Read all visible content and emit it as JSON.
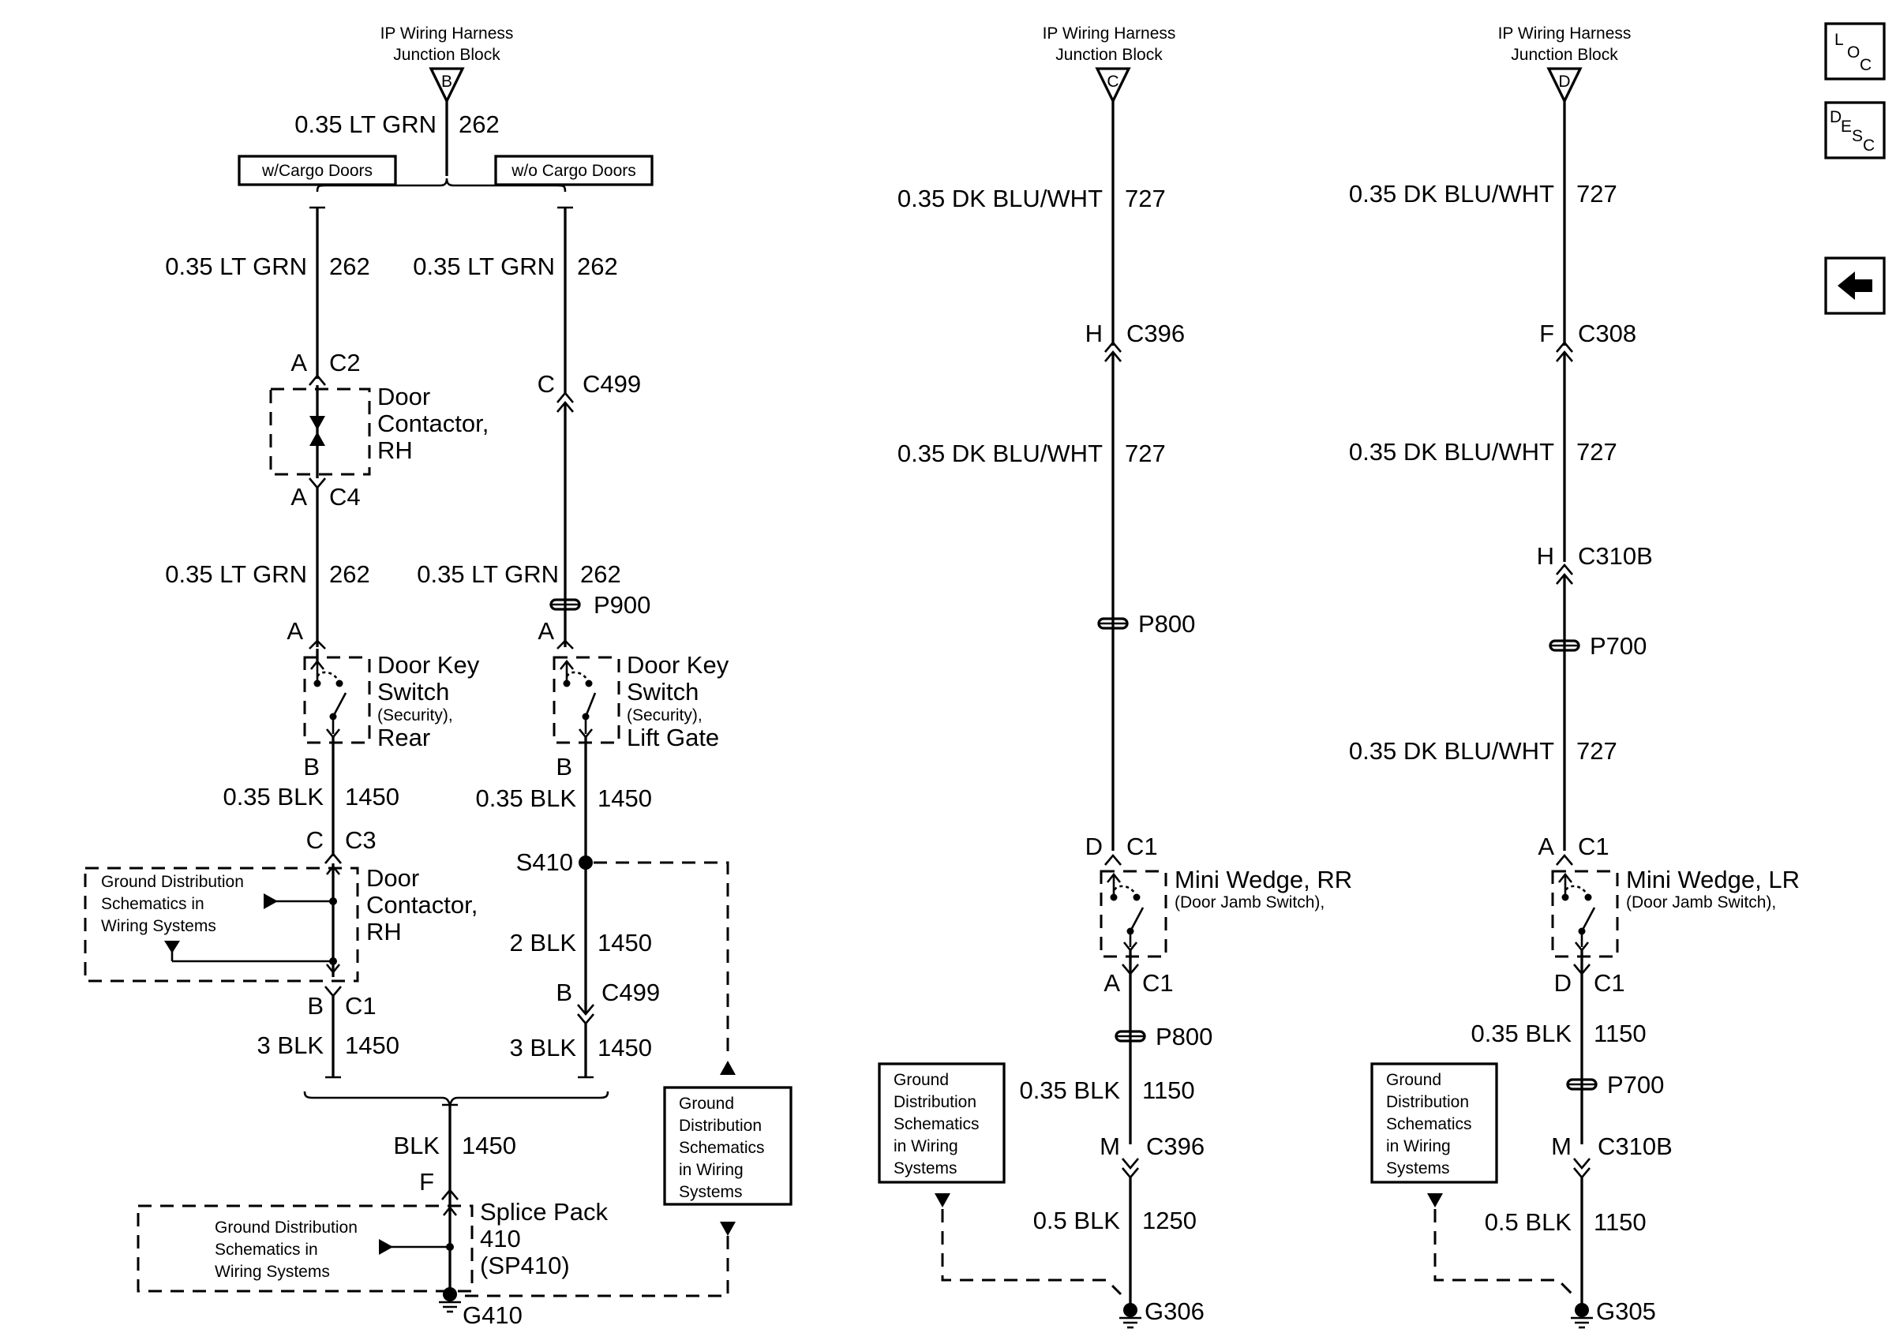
{
  "columns": [
    {
      "id": "A",
      "header": [
        "IP Wiring Harness",
        "Junction Block"
      ],
      "terminal": "B",
      "top_wire": {
        "gauge_color": "0.35 LT GRN",
        "circuit": "262"
      },
      "options": [
        "w/Cargo Doors",
        "w/o Cargo Doors"
      ],
      "left_branch": {
        "wire1": {
          "gauge_color": "0.35 LT GRN",
          "circuit": "262"
        },
        "conn1": {
          "pin": "A",
          "name": "C2"
        },
        "device1": [
          "Door",
          "Contactor,",
          "RH"
        ],
        "conn2": {
          "pin": "A",
          "name": "C4"
        },
        "wire2": {
          "gauge_color": "0.35 LT GRN",
          "circuit": "262"
        },
        "pin_top": "A",
        "switch": [
          "Door Key",
          "Switch",
          "(Security),",
          "Rear"
        ],
        "pin_bottom": "B",
        "wire3": {
          "gauge_color": "0.35 BLK",
          "circuit": "1450"
        },
        "conn3": {
          "pin": "C",
          "name": "C3"
        },
        "ground_ref": [
          "Ground Distribution",
          "Schematics in",
          "Wiring Systems"
        ],
        "device2": [
          "Door",
          "Contactor,",
          "RH"
        ],
        "conn4": {
          "pin": "B",
          "name": "C1"
        },
        "wire4": {
          "gauge_color": "3 BLK",
          "circuit": "1450"
        }
      },
      "right_branch": {
        "wire1": {
          "gauge_color": "0.35 LT GRN",
          "circuit": "262"
        },
        "conn1": {
          "pin": "C",
          "name": "C499"
        },
        "wire2": {
          "gauge_color": "0.35 LT GRN",
          "circuit": "262"
        },
        "pass_through": "P900",
        "pin_top": "A",
        "switch": [
          "Door Key",
          "Switch",
          "(Security),",
          "Lift Gate"
        ],
        "pin_bottom": "B",
        "wire3": {
          "gauge_color": "0.35 BLK",
          "circuit": "1450"
        },
        "splice": "S410",
        "wire4": {
          "gauge_color": "2 BLK",
          "circuit": "1450"
        },
        "conn2": {
          "pin": "B",
          "name": "C499"
        },
        "wire5": {
          "gauge_color": "3 BLK",
          "circuit": "1450"
        }
      },
      "merged_wire": {
        "gauge_color": "BLK",
        "circuit": "1450"
      },
      "splice_pin": "F",
      "splice_pack": [
        "Splice Pack",
        "410",
        "(SP410)"
      ],
      "splice_ground_ref": [
        "Ground Distribution",
        "Schematics in",
        "Wiring Systems"
      ],
      "side_ground_ref": [
        "Ground",
        "Distribution",
        "Schematics",
        "in Wiring",
        "Systems"
      ],
      "ground": "G410"
    },
    {
      "id": "C",
      "header": [
        "IP Wiring Harness",
        "Junction Block"
      ],
      "terminal": "C",
      "wire1": {
        "gauge_color": "0.35 DK BLU/WHT",
        "circuit": "727"
      },
      "conn1": {
        "pin": "H",
        "name": "C396"
      },
      "wire2": {
        "gauge_color": "0.35 DK BLU/WHT",
        "circuit": "727"
      },
      "pass1": "P800",
      "conn2": {
        "pin": "D",
        "name": "C1"
      },
      "switch_title": "Mini Wedge, RR",
      "switch_sub": "(Door Jamb Switch),",
      "conn3": {
        "pin": "A",
        "name": "C1"
      },
      "pass2": "P800",
      "wire3": {
        "gauge_color": "0.35 BLK",
        "circuit": "1150"
      },
      "conn4": {
        "pin": "M",
        "name": "C396"
      },
      "wire4": {
        "gauge_color": "0.5 BLK",
        "circuit": "1250"
      },
      "ground_ref": [
        "Ground",
        "Distribution",
        "Schematics",
        "in Wiring",
        "Systems"
      ],
      "ground": "G306"
    },
    {
      "id": "D",
      "header": [
        "IP Wiring Harness",
        "Junction Block"
      ],
      "terminal": "D",
      "wire1": {
        "gauge_color": "0.35 DK BLU/WHT",
        "circuit": "727"
      },
      "conn1": {
        "pin": "F",
        "name": "C308"
      },
      "wire2": {
        "gauge_color": "0.35 DK BLU/WHT",
        "circuit": "727"
      },
      "conn2": {
        "pin": "H",
        "name": "C310B"
      },
      "pass1": "P700",
      "wire3": {
        "gauge_color": "0.35 DK BLU/WHT",
        "circuit": "727"
      },
      "conn3": {
        "pin": "A",
        "name": "C1"
      },
      "switch_title": "Mini Wedge, LR",
      "switch_sub": "(Door Jamb Switch),",
      "conn4": {
        "pin": "D",
        "name": "C1"
      },
      "wire4": {
        "gauge_color": "0.35 BLK",
        "circuit": "1150"
      },
      "pass2": "P700",
      "conn5": {
        "pin": "M",
        "name": "C310B"
      },
      "wire5": {
        "gauge_color": "0.5 BLK",
        "circuit": "1150"
      },
      "ground_ref": [
        "Ground",
        "Distribution",
        "Schematics",
        "in Wiring",
        "Systems"
      ],
      "ground": "G305"
    }
  ],
  "nav_buttons": {
    "loc": [
      "L",
      "O",
      "C"
    ],
    "desc": [
      "D",
      "E",
      "S",
      "C"
    ],
    "back_icon": "left-arrow-icon"
  }
}
